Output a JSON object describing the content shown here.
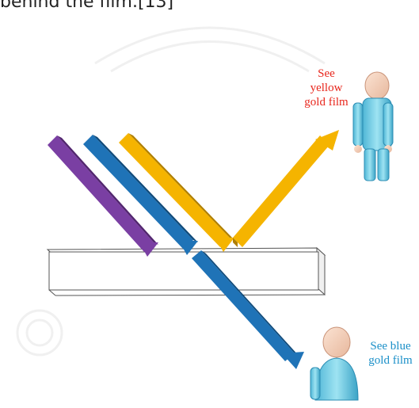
{
  "caption_fragment": "behind the film.[13]",
  "labels": {
    "reflected": "See\nyellow\ngold film",
    "transmitted": "See blue\ngold film"
  },
  "colors": {
    "violet": "#7a3fa3",
    "blue": "#1f73b7",
    "gold": "#f5b400",
    "red_text": "#e8261c",
    "blue_text": "#1a8fc8",
    "figure_cyan": "#7fd4ea"
  },
  "icons": [
    "person-icon-top",
    "person-icon-bottom",
    "watermark-seal"
  ]
}
